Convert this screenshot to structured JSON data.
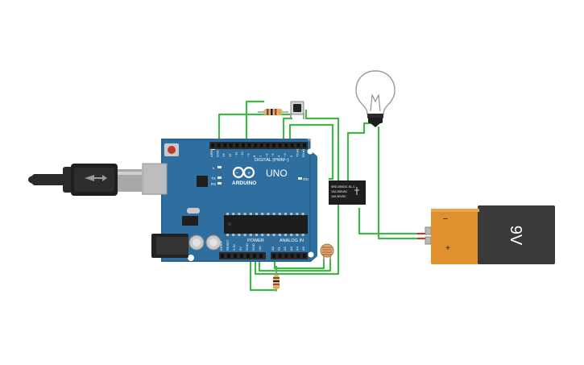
{
  "board": {
    "brand": "ARDUINO",
    "model": "UNO",
    "digital_header": "DIGITAL (PWM~)",
    "power_header": "POWER",
    "analog_header": "ANALOG IN",
    "on_label": "ON",
    "l_label": "L",
    "tx_label": "TX",
    "rx_label": "RX",
    "digital_pins": [
      "AREF",
      "GND",
      "13",
      "12",
      "~11",
      "~10",
      "~9",
      "8",
      "7",
      "~6",
      "~5",
      "4",
      "~3",
      "2",
      "TX➜1",
      "RX◂0"
    ],
    "power_pins": [
      "IOREF",
      "RESET",
      "3.3V",
      "5V",
      "GND",
      "GND",
      "Vin"
    ],
    "analog_pins": [
      "A0",
      "A1",
      "A2",
      "A3",
      "A4",
      "A5"
    ]
  },
  "relay": {
    "line1": "SRD-05VDC-SL-C",
    "line2": "10A 250VAC",
    "line3": "10A 30VDC"
  },
  "battery": {
    "label": "9V",
    "minus": "−",
    "plus": "+"
  },
  "colors": {
    "board": "#2f6fa0",
    "board_dark": "#24577e",
    "wire": "#43b649",
    "wire_red": "#d92b2b",
    "battery_body": "#3a3a3a",
    "battery_cap": "#e0902e",
    "header": "#2a2a2a"
  },
  "icons": [
    "usb-cable-icon",
    "light-bulb-icon",
    "push-button-icon",
    "resistor-icon",
    "photoresistor-icon",
    "relay-icon",
    "battery-icon"
  ]
}
